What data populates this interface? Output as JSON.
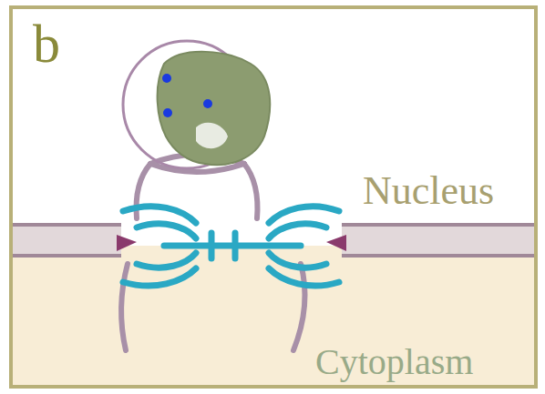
{
  "diagram": {
    "labels": [
      "b",
      "Nucleus",
      "Cytoplasm"
    ]
  }
}
